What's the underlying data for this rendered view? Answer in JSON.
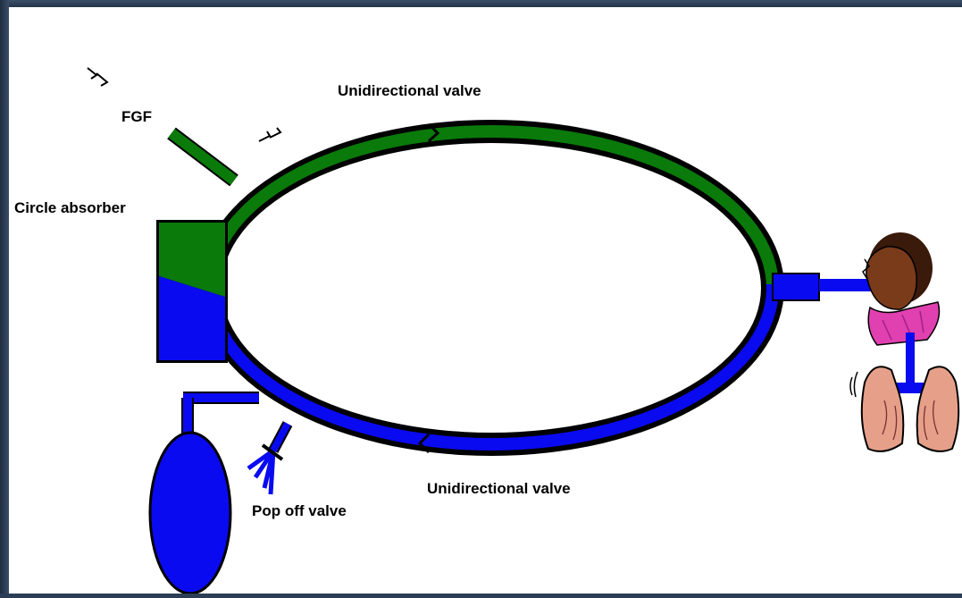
{
  "labels": {
    "fgf": "FGF",
    "circle_absorber": "Circle absorber",
    "top_valve": "Unidirectional valve",
    "bottom_valve": "Unidirectional valve",
    "pop_off_valve": "Pop off valve"
  },
  "colors": {
    "fresh_gas": "#0a7a0a",
    "exhaled_gas": "#0a0af0",
    "outline": "#000000",
    "skin": "#7a3b1a",
    "hair": "#3a1a0a",
    "shirt": "#e040b0",
    "lungs": "#e6a08a",
    "frame": "#2c3e55"
  },
  "icons": {
    "patient": "patient-head-icon",
    "lungs": "lungs-icon",
    "reservoir_bag": "reservoir-bag-icon"
  }
}
